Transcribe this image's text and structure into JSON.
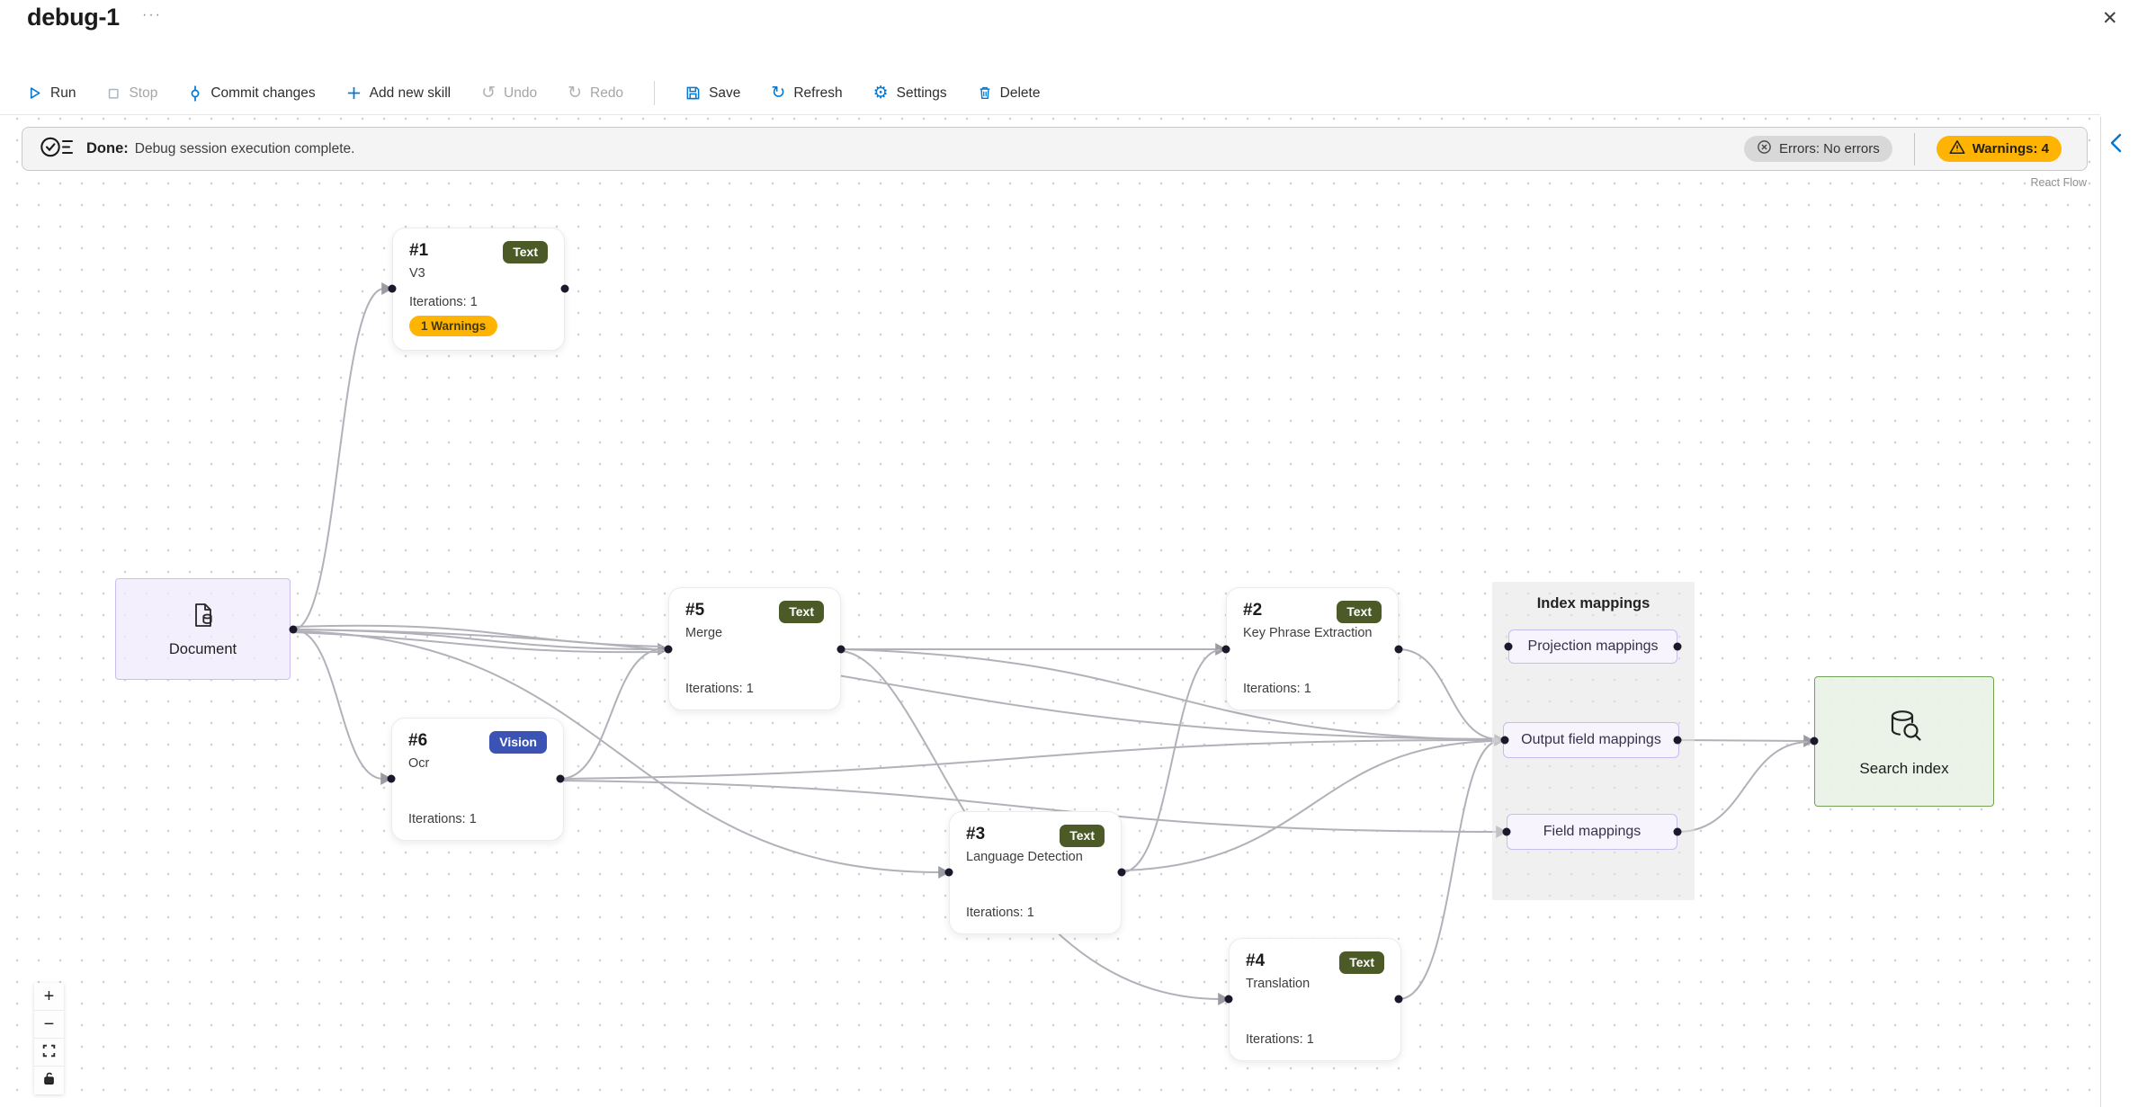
{
  "header": {
    "title": "debug-1",
    "more": "···",
    "close": "✕"
  },
  "toolbar": {
    "run": "Run",
    "stop": "Stop",
    "commit": "Commit changes",
    "add": "Add new skill",
    "undo": "Undo",
    "redo": "Redo",
    "save": "Save",
    "refresh": "Refresh",
    "settings": "Settings",
    "delete": "Delete"
  },
  "status": {
    "done_label": "Done:",
    "message": "Debug session execution complete.",
    "errors_label": "Errors: No errors",
    "warnings_label": "Warnings: 4"
  },
  "canvas": {
    "attribution": "React Flow",
    "document": {
      "label": "Document"
    },
    "skills": [
      {
        "id": "#1",
        "name": "V3",
        "type": "Text",
        "iterations": "Iterations: 1",
        "warnings": "1 Warnings"
      },
      {
        "id": "#2",
        "name": "Key Phrase Extraction",
        "type": "Text",
        "iterations": "Iterations: 1"
      },
      {
        "id": "#3",
        "name": "Language Detection",
        "type": "Text",
        "iterations": "Iterations: 1"
      },
      {
        "id": "#4",
        "name": "Translation",
        "type": "Text",
        "iterations": "Iterations: 1"
      },
      {
        "id": "#5",
        "name": "Merge",
        "type": "Text",
        "iterations": "Iterations: 1"
      },
      {
        "id": "#6",
        "name": "Ocr",
        "type": "Vision",
        "iterations": "Iterations: 1"
      }
    ],
    "index_mappings": {
      "title": "Index mappings",
      "items": [
        "Projection mappings",
        "Output field mappings",
        "Field mappings"
      ]
    },
    "search_index": {
      "label": "Search index"
    }
  },
  "zoom_controls": {
    "zoom_in": "+",
    "zoom_out": "−"
  },
  "colors": {
    "accent_blue": "#0078d4",
    "text_badge_green": "#4b5a26",
    "vision_badge_blue": "#3a53b4",
    "warning_amber": "#ffb302",
    "error_pill_gray": "#d8d8d8",
    "edge_gray": "#b1b1b9",
    "document_node_purple": "#f0ebfb",
    "search_node_green": "#e9f1e5"
  }
}
